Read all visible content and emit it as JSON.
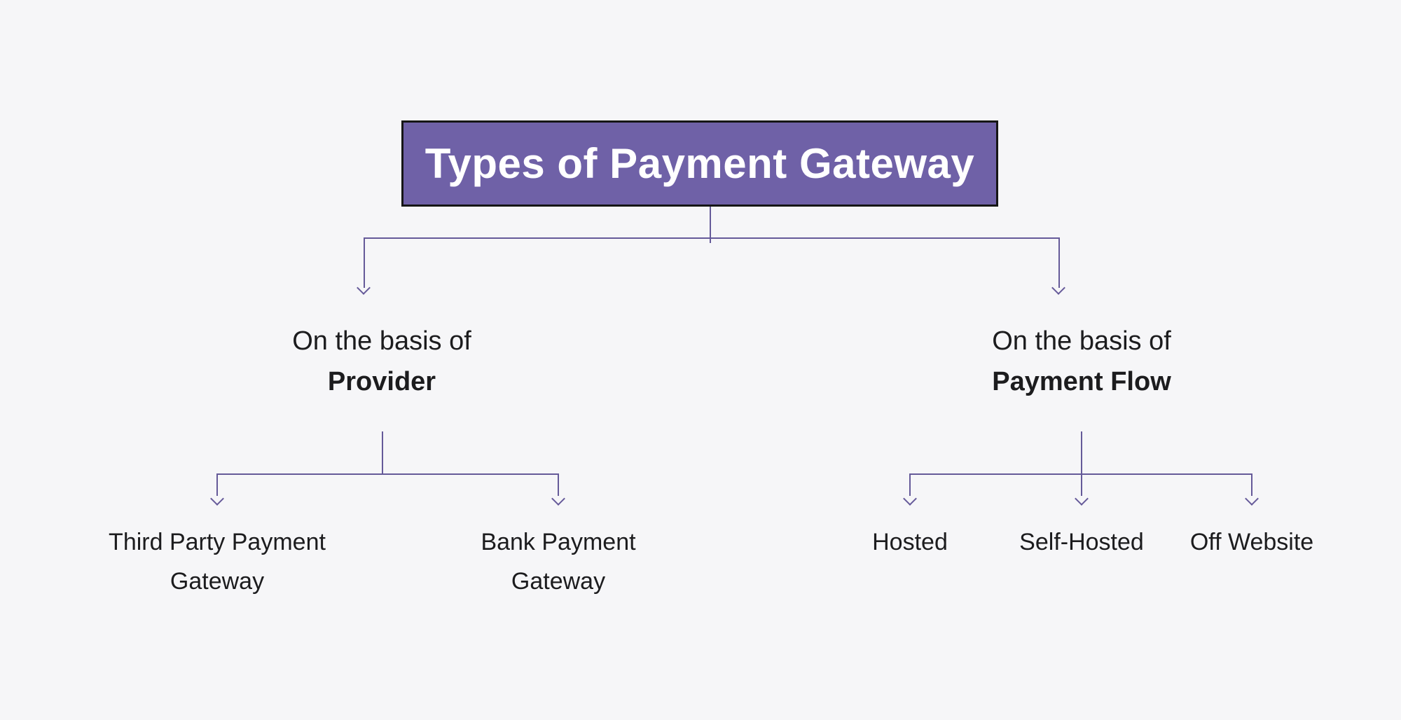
{
  "diagram": {
    "title": "Types of Payment Gateway",
    "branches": [
      {
        "line1": "On the basis of",
        "line2": "Provider",
        "children": [
          "Third Party Payment Gateway",
          "Bank Payment Gateway"
        ]
      },
      {
        "line1": "On the basis of",
        "line2": "Payment Flow",
        "children": [
          "Hosted",
          "Self-Hosted",
          "Off Website"
        ]
      }
    ],
    "colors": {
      "background": "#f6f6f8",
      "title_bg": "#6f61a7",
      "title_border": "#161616",
      "title_text": "#ffffff",
      "connector": "#655a99",
      "text": "#1c1c1e"
    }
  }
}
